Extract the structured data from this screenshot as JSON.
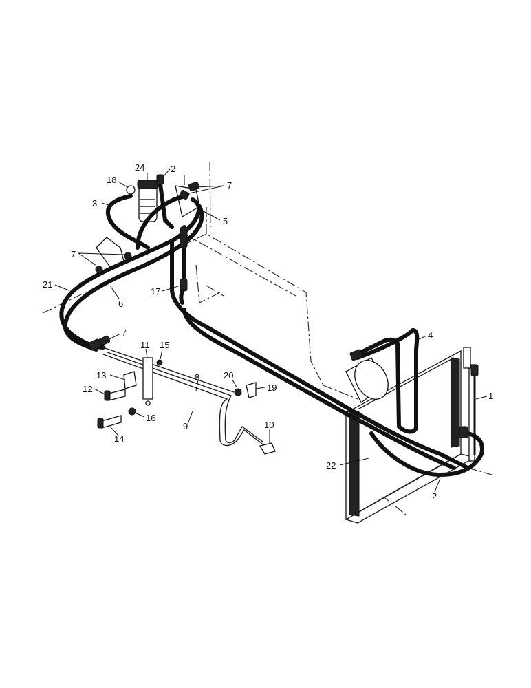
{
  "callouts": [
    {
      "label": "24"
    },
    {
      "label": "2"
    },
    {
      "label": "18"
    },
    {
      "label": "7"
    },
    {
      "label": "3"
    },
    {
      "label": "5"
    },
    {
      "label": "7"
    },
    {
      "label": "21"
    },
    {
      "label": "6"
    },
    {
      "label": "17"
    },
    {
      "label": "4"
    },
    {
      "label": "7"
    },
    {
      "label": "11"
    },
    {
      "label": "15"
    },
    {
      "label": "13"
    },
    {
      "label": "8"
    },
    {
      "label": "20"
    },
    {
      "label": "19"
    },
    {
      "label": "1"
    },
    {
      "label": "12"
    },
    {
      "label": "16"
    },
    {
      "label": "9"
    },
    {
      "label": "10"
    },
    {
      "label": "14"
    },
    {
      "label": "22"
    },
    {
      "label": "2"
    }
  ]
}
